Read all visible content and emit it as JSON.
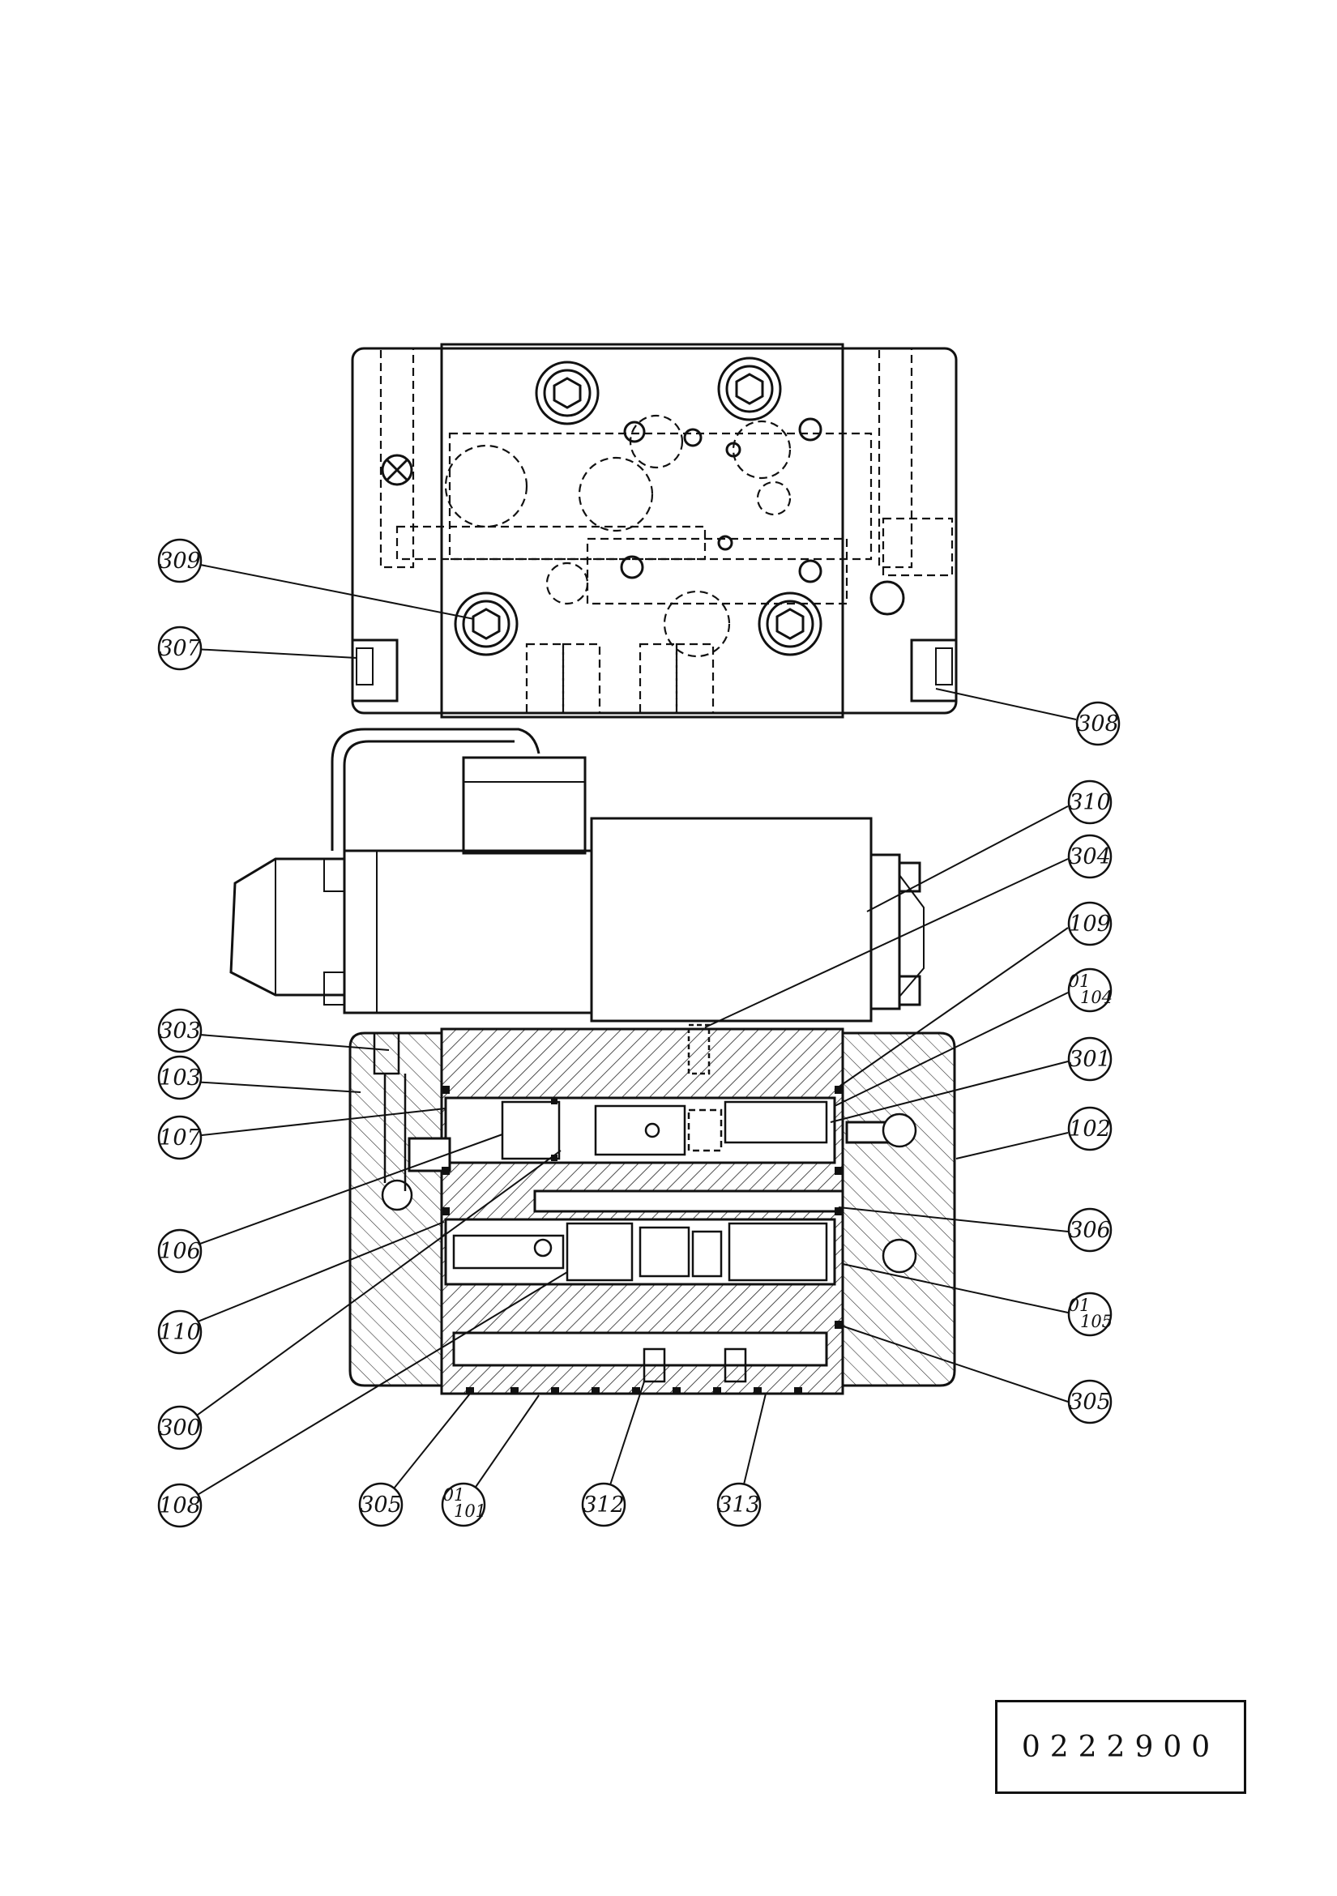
{
  "drawing_number": "0222900",
  "callouts": [
    {
      "id": "309",
      "label": "309"
    },
    {
      "id": "307",
      "label": "307"
    },
    {
      "id": "308",
      "label": "308"
    },
    {
      "id": "310",
      "label": "310"
    },
    {
      "id": "304",
      "label": "304"
    },
    {
      "id": "109",
      "label": "109"
    },
    {
      "id": "104",
      "label": "104",
      "prefix": "01"
    },
    {
      "id": "303",
      "label": "303"
    },
    {
      "id": "103",
      "label": "103"
    },
    {
      "id": "301",
      "label": "301"
    },
    {
      "id": "107",
      "label": "107"
    },
    {
      "id": "102",
      "label": "102"
    },
    {
      "id": "106",
      "label": "106"
    },
    {
      "id": "306",
      "label": "306"
    },
    {
      "id": "110",
      "label": "110"
    },
    {
      "id": "105",
      "label": "105",
      "prefix": "01"
    },
    {
      "id": "300",
      "label": "300"
    },
    {
      "id": "305a",
      "label": "305"
    },
    {
      "id": "108",
      "label": "108"
    },
    {
      "id": "305b",
      "label": "305"
    },
    {
      "id": "101",
      "label": "101",
      "prefix": "01"
    },
    {
      "id": "312",
      "label": "312"
    },
    {
      "id": "313",
      "label": "313"
    }
  ]
}
